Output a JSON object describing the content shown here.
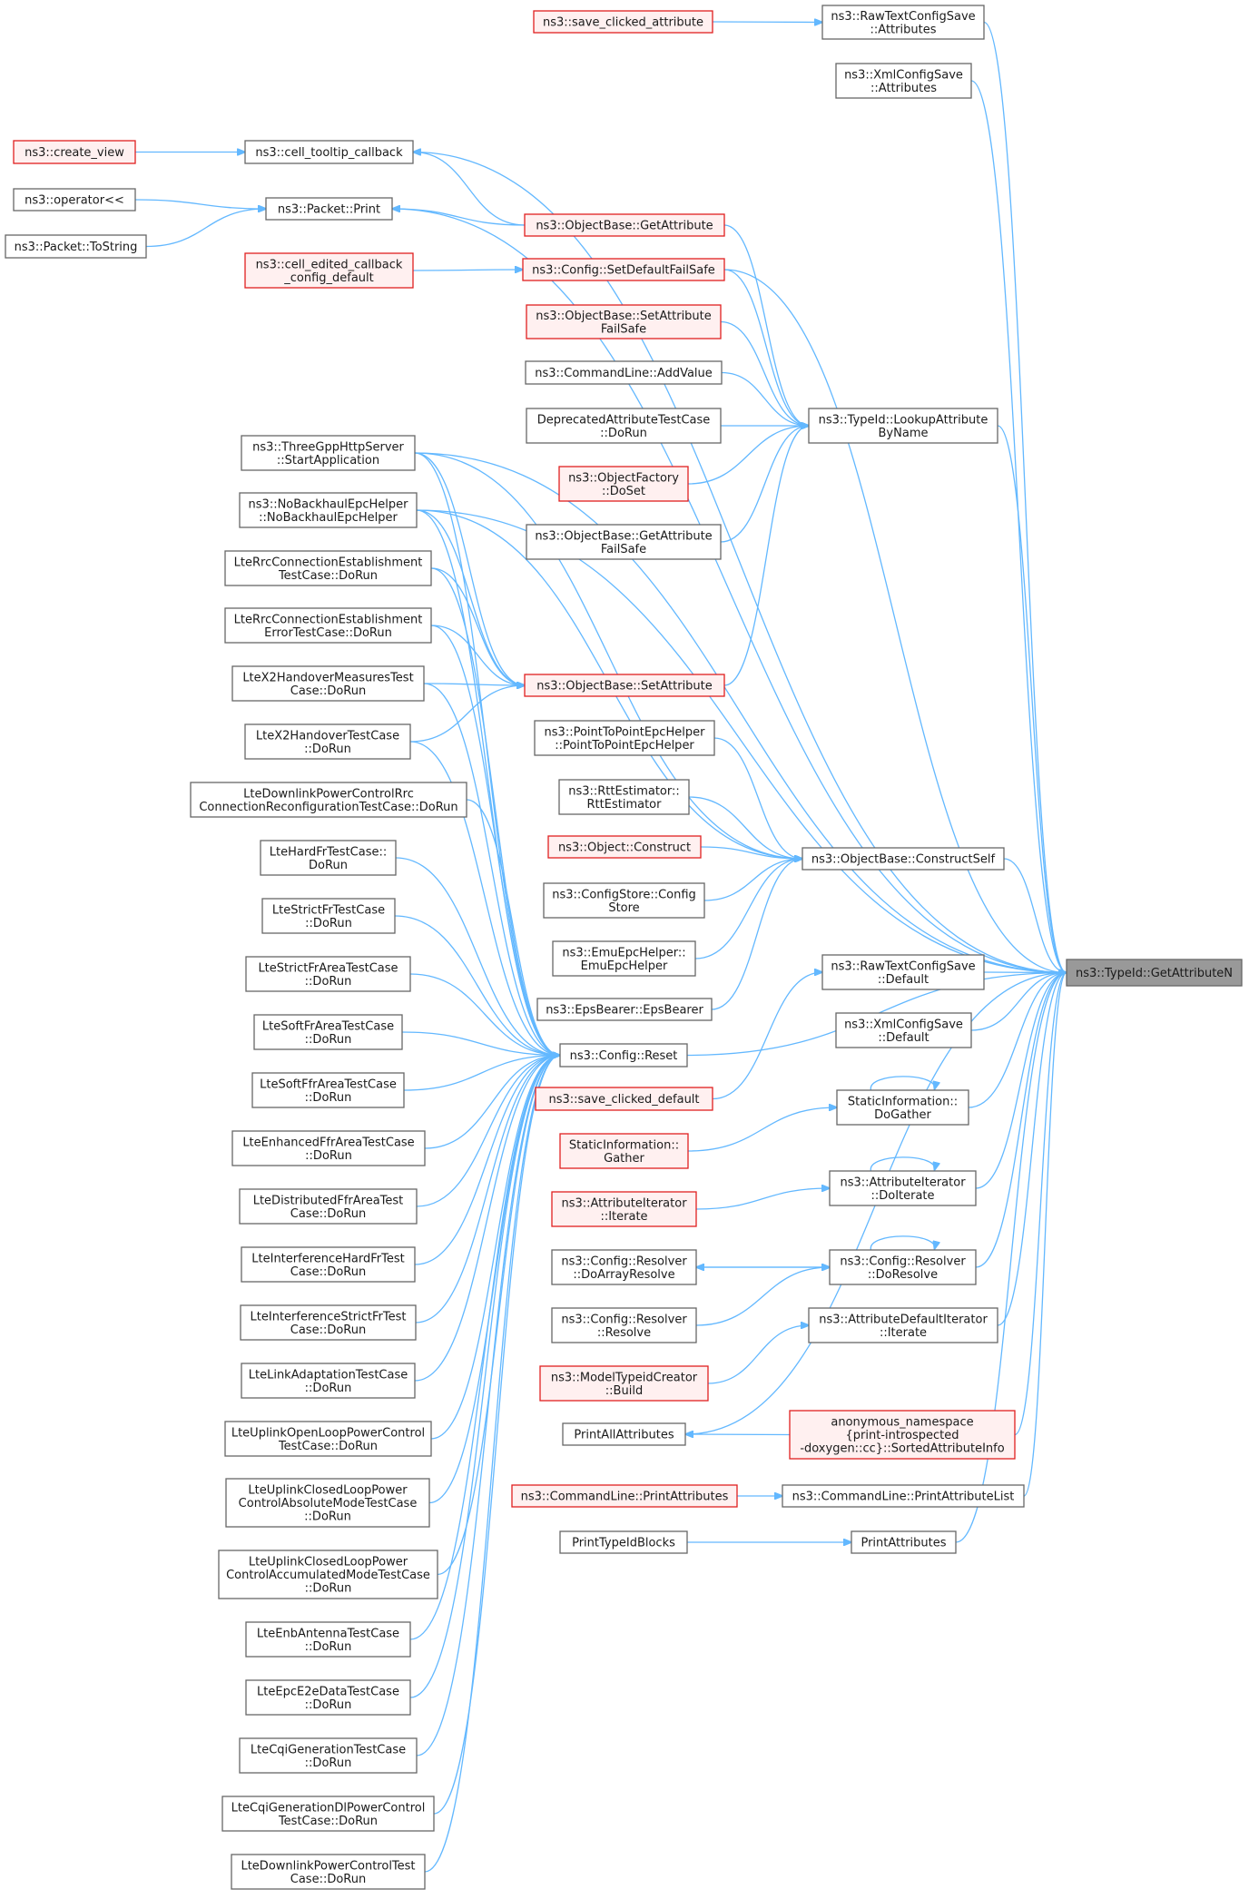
{
  "graph": {
    "focus_node": "ns3::TypeId::GetAttributeN",
    "nodes": [
      {
        "id": "focus",
        "lines": [
          "ns3::TypeId::GetAttributeN"
        ],
        "style": "focus"
      },
      {
        "id": "rtcs_attr",
        "lines": [
          "ns3::RawTextConfigSave",
          "::Attributes"
        ],
        "style": "plain"
      },
      {
        "id": "xml_attr",
        "lines": [
          "ns3::XmlConfigSave",
          "::Attributes"
        ],
        "style": "plain"
      },
      {
        "id": "save_clicked_attr",
        "lines": [
          "ns3::save_clicked_attribute"
        ],
        "style": "trunc"
      },
      {
        "id": "cell_tooltip",
        "lines": [
          "ns3::cell_tooltip_callback"
        ],
        "style": "plain"
      },
      {
        "id": "create_view",
        "lines": [
          "ns3::create_view"
        ],
        "style": "trunc"
      },
      {
        "id": "operator_ll",
        "lines": [
          "ns3::operator<<"
        ],
        "style": "plain"
      },
      {
        "id": "packet_print",
        "lines": [
          "ns3::Packet::Print"
        ],
        "style": "plain"
      },
      {
        "id": "packet_tostring",
        "lines": [
          "ns3::Packet::ToString"
        ],
        "style": "plain"
      },
      {
        "id": "ob_getattr",
        "lines": [
          "ns3::ObjectBase::GetAttribute"
        ],
        "style": "trunc"
      },
      {
        "id": "cell_edited",
        "lines": [
          "ns3::cell_edited_callback",
          "_config_default"
        ],
        "style": "trunc"
      },
      {
        "id": "cfg_setdef",
        "lines": [
          "ns3::Config::SetDefaultFailSafe"
        ],
        "style": "trunc"
      },
      {
        "id": "ob_setattr_fs",
        "lines": [
          "ns3::ObjectBase::SetAttribute",
          "FailSafe"
        ],
        "style": "trunc"
      },
      {
        "id": "cl_addvalue",
        "lines": [
          "ns3::CommandLine::AddValue"
        ],
        "style": "plain"
      },
      {
        "id": "dep_attr",
        "lines": [
          "DeprecatedAttributeTestCase",
          "::DoRun"
        ],
        "style": "plain"
      },
      {
        "id": "of_doset",
        "lines": [
          "ns3::ObjectFactory",
          "::DoSet"
        ],
        "style": "trunc"
      },
      {
        "id": "ob_getattr_fs",
        "lines": [
          "ns3::ObjectBase::GetAttribute",
          "FailSafe"
        ],
        "style": "plain"
      },
      {
        "id": "lookup",
        "lines": [
          "ns3::TypeId::LookupAttribute",
          "ByName"
        ],
        "style": "plain"
      },
      {
        "id": "ob_setattr",
        "lines": [
          "ns3::ObjectBase::SetAttribute"
        ],
        "style": "trunc"
      },
      {
        "id": "p2p_epc",
        "lines": [
          "ns3::PointToPointEpcHelper",
          "::PointToPointEpcHelper"
        ],
        "style": "plain"
      },
      {
        "id": "rtt",
        "lines": [
          "ns3::RttEstimator::",
          "RttEstimator"
        ],
        "style": "plain"
      },
      {
        "id": "obj_construct",
        "lines": [
          "ns3::Object::Construct"
        ],
        "style": "trunc"
      },
      {
        "id": "configstore",
        "lines": [
          "ns3::ConfigStore::Config",
          "Store"
        ],
        "style": "plain"
      },
      {
        "id": "emu_epc",
        "lines": [
          "ns3::EmuEpcHelper::",
          "EmuEpcHelper"
        ],
        "style": "plain"
      },
      {
        "id": "eps_bearer",
        "lines": [
          "ns3::EpsBearer::EpsBearer"
        ],
        "style": "plain"
      },
      {
        "id": "construct_self",
        "lines": [
          "ns3::ObjectBase::ConstructSelf"
        ],
        "style": "plain"
      },
      {
        "id": "cfg_reset",
        "lines": [
          "ns3::Config::Reset"
        ],
        "style": "plain"
      },
      {
        "id": "save_clicked_def",
        "lines": [
          "ns3::save_clicked_default"
        ],
        "style": "trunc"
      },
      {
        "id": "rtcs_default",
        "lines": [
          "ns3::RawTextConfigSave",
          "::Default"
        ],
        "style": "plain"
      },
      {
        "id": "xml_default",
        "lines": [
          "ns3::XmlConfigSave",
          "::Default"
        ],
        "style": "plain"
      },
      {
        "id": "si_dogather",
        "lines": [
          "StaticInformation::",
          "DoGather"
        ],
        "style": "plain"
      },
      {
        "id": "si_gather",
        "lines": [
          "StaticInformation::",
          "Gather"
        ],
        "style": "trunc"
      },
      {
        "id": "ai_doiterate",
        "lines": [
          "ns3::AttributeIterator",
          "::DoIterate"
        ],
        "style": "plain"
      },
      {
        "id": "ai_iterate",
        "lines": [
          "ns3::AttributeIterator",
          "::Iterate"
        ],
        "style": "trunc"
      },
      {
        "id": "res_doresolve",
        "lines": [
          "ns3::Config::Resolver",
          "::DoResolve"
        ],
        "style": "plain"
      },
      {
        "id": "res_doarray",
        "lines": [
          "ns3::Config::Resolver",
          "::DoArrayResolve"
        ],
        "style": "plain"
      },
      {
        "id": "res_resolve",
        "lines": [
          "ns3::Config::Resolver",
          "::Resolve"
        ],
        "style": "plain"
      },
      {
        "id": "adi_iterate",
        "lines": [
          "ns3::AttributeDefaultIterator",
          "::Iterate"
        ],
        "style": "plain"
      },
      {
        "id": "mtc_build",
        "lines": [
          "ns3::ModelTypeidCreator",
          "::Build"
        ],
        "style": "trunc"
      },
      {
        "id": "anon_sorted",
        "lines": [
          "anonymous_namespace",
          "{print-introspected",
          "-doxygen::cc}::SortedAttributeInfo"
        ],
        "style": "trunc"
      },
      {
        "id": "print_all_attr",
        "lines": [
          "PrintAllAttributes"
        ],
        "style": "plain"
      },
      {
        "id": "cl_printattrlist",
        "lines": [
          "ns3::CommandLine::PrintAttributeList"
        ],
        "style": "plain"
      },
      {
        "id": "cl_printattrs",
        "lines": [
          "ns3::CommandLine::PrintAttributes"
        ],
        "style": "trunc"
      },
      {
        "id": "print_attributes",
        "lines": [
          "PrintAttributes"
        ],
        "style": "plain"
      },
      {
        "id": "print_typeid_blocks",
        "lines": [
          "PrintTypeIdBlocks"
        ],
        "style": "plain"
      },
      {
        "id": "tgpp_http",
        "lines": [
          "ns3::ThreeGppHttpServer",
          "::StartApplication"
        ],
        "style": "plain"
      },
      {
        "id": "nobackhaul",
        "lines": [
          "ns3::NoBackhaulEpcHelper",
          "::NoBackhaulEpcHelper"
        ],
        "style": "plain"
      },
      {
        "id": "lte_rrc_est",
        "lines": [
          "LteRrcConnectionEstablishment",
          "TestCase::DoRun"
        ],
        "style": "plain"
      },
      {
        "id": "lte_rrc_est_err",
        "lines": [
          "LteRrcConnectionEstablishment",
          "ErrorTestCase::DoRun"
        ],
        "style": "plain"
      },
      {
        "id": "lte_x2_meas",
        "lines": [
          "LteX2HandoverMeasuresTest",
          "Case::DoRun"
        ],
        "style": "plain"
      },
      {
        "id": "lte_x2_ho",
        "lines": [
          "LteX2HandoverTestCase",
          "::DoRun"
        ],
        "style": "plain"
      },
      {
        "id": "lte_dl_pc_rrc",
        "lines": [
          "LteDownlinkPowerControlRrc",
          "ConnectionReconfigurationTestCase::DoRun"
        ],
        "style": "plain"
      },
      {
        "id": "lte_hard_fr",
        "lines": [
          "LteHardFrTestCase::",
          "DoRun"
        ],
        "style": "plain"
      },
      {
        "id": "lte_strict_fr",
        "lines": [
          "LteStrictFrTestCase",
          "::DoRun"
        ],
        "style": "plain"
      },
      {
        "id": "lte_strict_fr_area",
        "lines": [
          "LteStrictFrAreaTestCase",
          "::DoRun"
        ],
        "style": "plain"
      },
      {
        "id": "lte_soft_fr_area",
        "lines": [
          "LteSoftFrAreaTestCase",
          "::DoRun"
        ],
        "style": "plain"
      },
      {
        "id": "lte_soft_ffr_area",
        "lines": [
          "LteSoftFfrAreaTestCase",
          "::DoRun"
        ],
        "style": "plain"
      },
      {
        "id": "lte_enh_ffr_area",
        "lines": [
          "LteEnhancedFfrAreaTestCase",
          "::DoRun"
        ],
        "style": "plain"
      },
      {
        "id": "lte_dist_ffr_area",
        "lines": [
          "LteDistributedFfrAreaTest",
          "Case::DoRun"
        ],
        "style": "plain"
      },
      {
        "id": "lte_interf_hard",
        "lines": [
          "LteInterferenceHardFrTest",
          "Case::DoRun"
        ],
        "style": "plain"
      },
      {
        "id": "lte_interf_strict",
        "lines": [
          "LteInterferenceStrictFrTest",
          "Case::DoRun"
        ],
        "style": "plain"
      },
      {
        "id": "lte_link_adapt",
        "lines": [
          "LteLinkAdaptationTestCase",
          "::DoRun"
        ],
        "style": "plain"
      },
      {
        "id": "lte_ul_open",
        "lines": [
          "LteUplinkOpenLoopPowerControl",
          "TestCase::DoRun"
        ],
        "style": "plain"
      },
      {
        "id": "lte_ul_closed_abs",
        "lines": [
          "LteUplinkClosedLoopPower",
          "ControlAbsoluteModeTestCase",
          "::DoRun"
        ],
        "style": "plain"
      },
      {
        "id": "lte_ul_closed_acc",
        "lines": [
          "LteUplinkClosedLoopPower",
          "ControlAccumulatedModeTestCase",
          "::DoRun"
        ],
        "style": "plain"
      },
      {
        "id": "lte_enb_ant",
        "lines": [
          "LteEnbAntennaTestCase",
          "::DoRun"
        ],
        "style": "plain"
      },
      {
        "id": "lte_epc_e2e",
        "lines": [
          "LteEpcE2eDataTestCase",
          "::DoRun"
        ],
        "style": "plain"
      },
      {
        "id": "lte_cqi_gen",
        "lines": [
          "LteCqiGenerationTestCase",
          "::DoRun"
        ],
        "style": "plain"
      },
      {
        "id": "lte_cqi_gen_dl",
        "lines": [
          "LteCqiGenerationDlPowerControl",
          "TestCase::DoRun"
        ],
        "style": "plain"
      },
      {
        "id": "lte_dl_pc_test",
        "lines": [
          "LteDownlinkPowerControlTest",
          "Case::DoRun"
        ],
        "style": "plain"
      }
    ],
    "edges": [
      [
        "rtcs_attr",
        "focus"
      ],
      [
        "xml_attr",
        "focus"
      ],
      [
        "cell_tooltip",
        "focus"
      ],
      [
        "packet_print",
        "focus"
      ],
      [
        "cfg_setdef",
        "focus"
      ],
      [
        "lookup",
        "focus"
      ],
      [
        "tgpp_http",
        "focus"
      ],
      [
        "nobackhaul",
        "focus"
      ],
      [
        "construct_self",
        "focus"
      ],
      [
        "cfg_reset",
        "focus"
      ],
      [
        "rtcs_default",
        "focus"
      ],
      [
        "xml_default",
        "focus"
      ],
      [
        "si_dogather",
        "focus"
      ],
      [
        "ai_doiterate",
        "focus"
      ],
      [
        "res_doresolve",
        "focus"
      ],
      [
        "adi_iterate",
        "focus"
      ],
      [
        "print_all_attr",
        "focus"
      ],
      [
        "anon_sorted",
        "focus"
      ],
      [
        "cl_printattrlist",
        "focus"
      ],
      [
        "print_attributes",
        "focus"
      ],
      [
        "save_clicked_attr",
        "rtcs_attr"
      ],
      [
        "create_view",
        "cell_tooltip"
      ],
      [
        "operator_ll",
        "packet_print"
      ],
      [
        "packet_tostring",
        "packet_print"
      ],
      [
        "ob_getattr",
        "cell_tooltip"
      ],
      [
        "ob_getattr",
        "packet_print"
      ],
      [
        "cell_edited",
        "cfg_setdef"
      ],
      [
        "ob_getattr",
        "lookup"
      ],
      [
        "cfg_setdef",
        "lookup"
      ],
      [
        "ob_setattr_fs",
        "lookup"
      ],
      [
        "cl_addvalue",
        "lookup"
      ],
      [
        "dep_attr",
        "lookup"
      ],
      [
        "of_doset",
        "lookup"
      ],
      [
        "ob_getattr_fs",
        "lookup"
      ],
      [
        "ob_setattr",
        "lookup"
      ],
      [
        "tgpp_http",
        "ob_setattr"
      ],
      [
        "nobackhaul",
        "ob_setattr"
      ],
      [
        "lte_rrc_est",
        "ob_setattr"
      ],
      [
        "lte_rrc_est_err",
        "ob_setattr"
      ],
      [
        "lte_x2_meas",
        "ob_setattr"
      ],
      [
        "lte_x2_ho",
        "ob_setattr"
      ],
      [
        "p2p_epc",
        "construct_self"
      ],
      [
        "rtt",
        "construct_self"
      ],
      [
        "obj_construct",
        "construct_self"
      ],
      [
        "configstore",
        "construct_self"
      ],
      [
        "emu_epc",
        "construct_self"
      ],
      [
        "eps_bearer",
        "construct_self"
      ],
      [
        "tgpp_http",
        "construct_self"
      ],
      [
        "nobackhaul",
        "construct_self"
      ],
      [
        "save_clicked_def",
        "rtcs_default"
      ],
      [
        "si_dogather",
        "si_dogather"
      ],
      [
        "si_gather",
        "si_dogather"
      ],
      [
        "ai_doiterate",
        "ai_doiterate"
      ],
      [
        "ai_iterate",
        "ai_doiterate"
      ],
      [
        "res_doresolve",
        "res_doresolve"
      ],
      [
        "res_doarray",
        "res_doresolve"
      ],
      [
        "res_doresolve",
        "res_doarray"
      ],
      [
        "res_resolve",
        "res_doresolve"
      ],
      [
        "mtc_build",
        "adi_iterate"
      ],
      [
        "anon_sorted",
        "print_all_attr"
      ],
      [
        "cl_printattrs",
        "cl_printattrlist"
      ],
      [
        "print_typeid_blocks",
        "print_attributes"
      ],
      [
        "tgpp_http",
        "cfg_reset"
      ],
      [
        "nobackhaul",
        "cfg_reset"
      ],
      [
        "lte_rrc_est",
        "cfg_reset"
      ],
      [
        "lte_rrc_est_err",
        "cfg_reset"
      ],
      [
        "lte_x2_meas",
        "cfg_reset"
      ],
      [
        "lte_x2_ho",
        "cfg_reset"
      ],
      [
        "lte_dl_pc_rrc",
        "cfg_reset"
      ],
      [
        "lte_hard_fr",
        "cfg_reset"
      ],
      [
        "lte_strict_fr",
        "cfg_reset"
      ],
      [
        "lte_strict_fr_area",
        "cfg_reset"
      ],
      [
        "lte_soft_fr_area",
        "cfg_reset"
      ],
      [
        "lte_soft_ffr_area",
        "cfg_reset"
      ],
      [
        "lte_enh_ffr_area",
        "cfg_reset"
      ],
      [
        "lte_dist_ffr_area",
        "cfg_reset"
      ],
      [
        "lte_interf_hard",
        "cfg_reset"
      ],
      [
        "lte_interf_strict",
        "cfg_reset"
      ],
      [
        "lte_link_adapt",
        "cfg_reset"
      ],
      [
        "lte_ul_open",
        "cfg_reset"
      ],
      [
        "lte_ul_closed_abs",
        "cfg_reset"
      ],
      [
        "lte_ul_closed_acc",
        "cfg_reset"
      ],
      [
        "lte_enb_ant",
        "cfg_reset"
      ],
      [
        "lte_epc_e2e",
        "cfg_reset"
      ],
      [
        "lte_cqi_gen",
        "cfg_reset"
      ],
      [
        "lte_cqi_gen_dl",
        "cfg_reset"
      ],
      [
        "lte_dl_pc_test",
        "cfg_reset"
      ]
    ],
    "colors": {
      "edge": "#63b8ff",
      "node_border": "#666666",
      "node_fill": "#ffffff",
      "truncated_border": "#e02020",
      "truncated_fill": "#fff0f0",
      "focus_fill": "#999999"
    }
  }
}
